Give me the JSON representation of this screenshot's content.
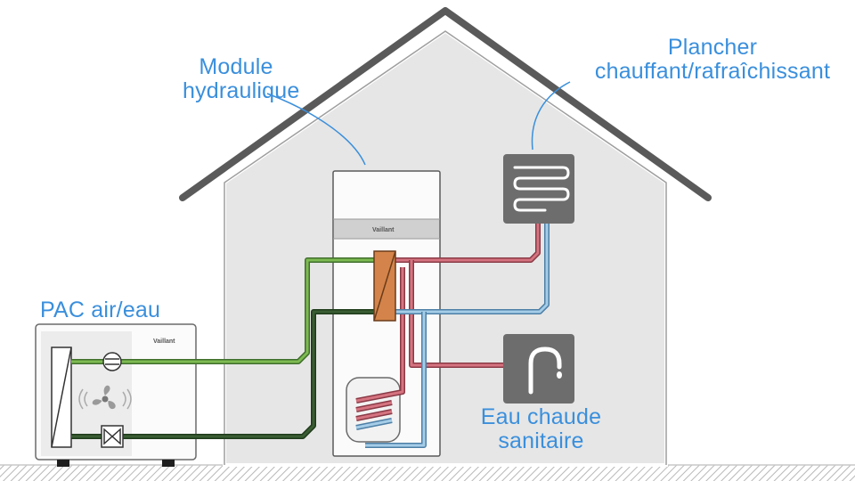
{
  "labels": {
    "module": {
      "line1": "Module",
      "line2": "hydraulique"
    },
    "plancher": {
      "line1": "Plancher",
      "line2": "chauffant/rafraîchissant"
    },
    "pac": "PAC air/eau",
    "eau": {
      "line1": "Eau chaude",
      "line2": "sanitaire"
    }
  },
  "brand": "Vaillant",
  "icons": [
    "floor-heating-coil-icon",
    "faucet-icon",
    "fan-icon",
    "compressor-icon",
    "expansion-valve-icon",
    "heat-exchanger-icon"
  ],
  "colors": {
    "label_blue": "#3a8fdc",
    "house_fill": "#e6e6e6",
    "roof": "#5a5a5a",
    "hot_pipe": "#c8606e",
    "cold_pipe": "#7fb2d6",
    "green_pipe": "#6aa548",
    "dark_green_pipe": "#2e4a2a",
    "exchanger": "#d4844a",
    "panel_grey": "#6d6d6d"
  }
}
